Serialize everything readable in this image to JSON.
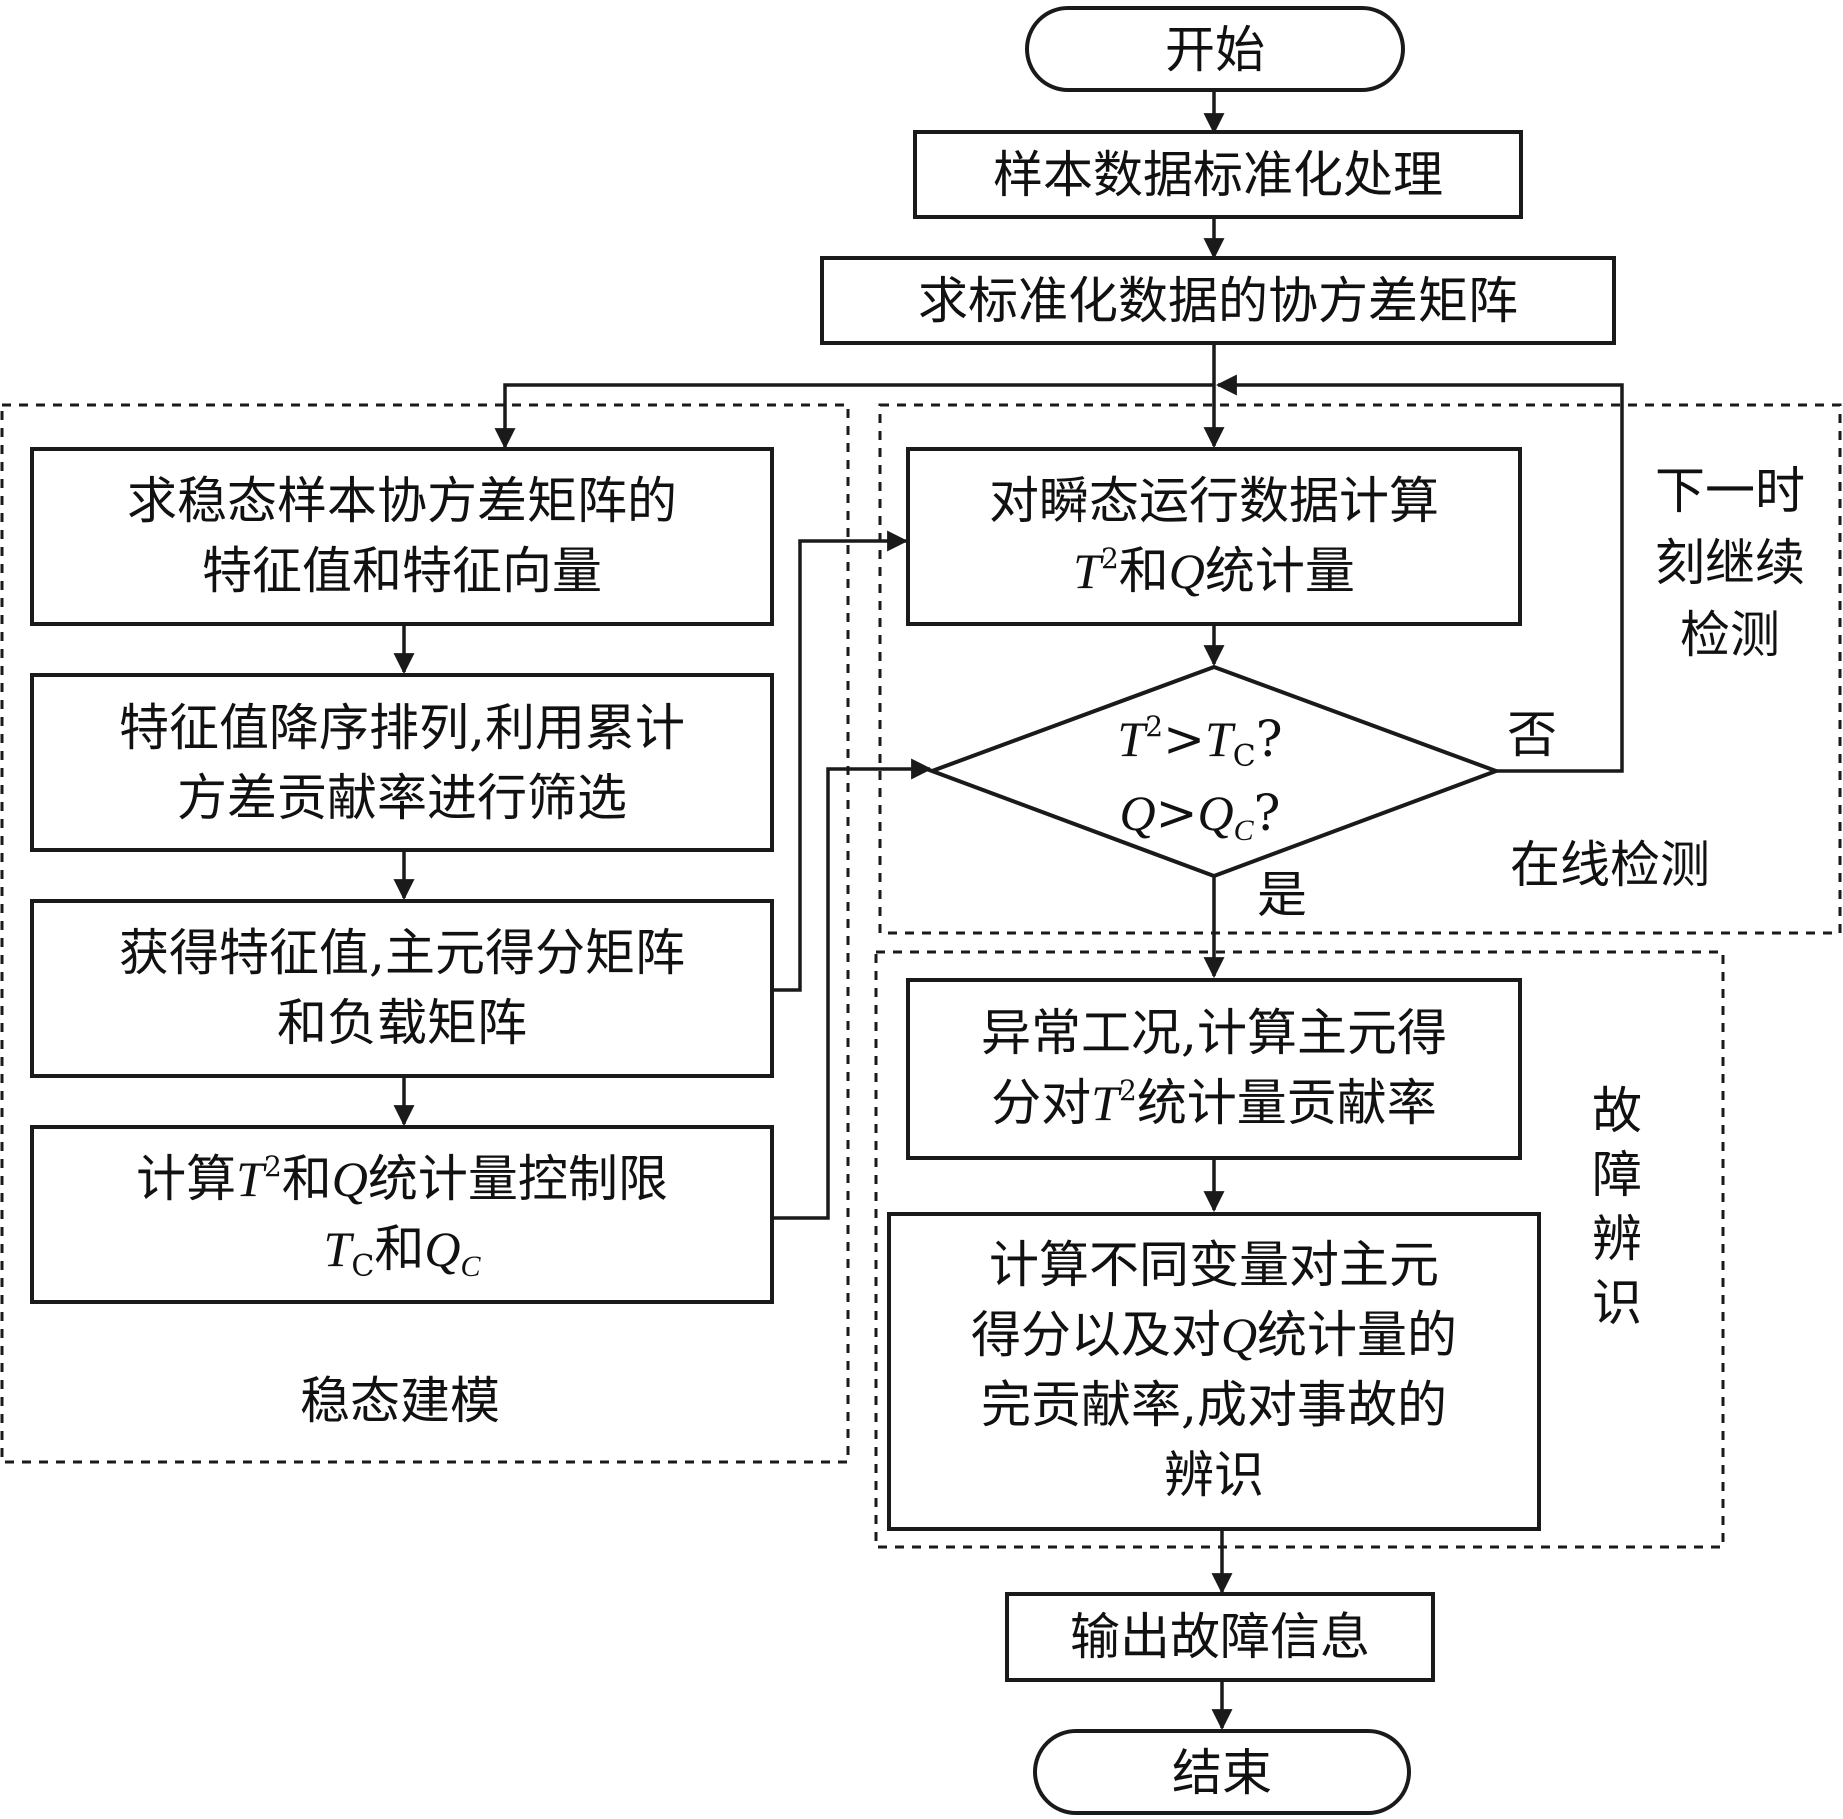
{
  "nodes": {
    "start": "开始",
    "standardize": "样本数据标准化处理",
    "covariance": "求标准化数据的协方差矩阵",
    "eigen": [
      "求稳态样本协方差矩阵的",
      "特征值和特征向量"
    ],
    "sort": [
      "特征值降序排列,利用累计",
      "方差贡献率进行筛选"
    ],
    "score": [
      "获得特征值,主元得分矩阵",
      "和负载矩阵"
    ],
    "limit": {
      "line1_a": "计算",
      "T": "T",
      "sup2": "2",
      "line1_b": "和",
      "Q": "Q",
      "line1_c": "统计量控制限",
      "C": "C",
      "and": "和"
    },
    "online_calc": {
      "line1": "对瞬态运行数据计算",
      "T": "T",
      "sup2": "2",
      "and": "和",
      "Q": "Q",
      "rest": "统计量"
    },
    "decision": {
      "T": "T",
      "sup2": "2",
      "gt": ">",
      "C": "C",
      "q": "?",
      "Q": "Q"
    },
    "abnormal": {
      "line1": "异常工况,计算主元得",
      "line2_a": "分对",
      "T": "T",
      "sup2": "2",
      "line2_b": "统计量贡献率"
    },
    "variables": {
      "line1": "计算不同变量对主元",
      "line2_a": "得分以及对",
      "Q": "Q",
      "line2_b": "统计量的",
      "line3": "完贡献率,成对事故的",
      "line4": "辨识"
    },
    "output": "输出故障信息",
    "end": "结束"
  },
  "edge_labels": {
    "no": "否",
    "yes": "是"
  },
  "groups": {
    "steady": "稳态建模",
    "online": "在线检测",
    "fault": [
      "故",
      "障",
      "辨",
      "识"
    ],
    "next": [
      "下一时",
      "刻继续",
      "检测"
    ]
  }
}
